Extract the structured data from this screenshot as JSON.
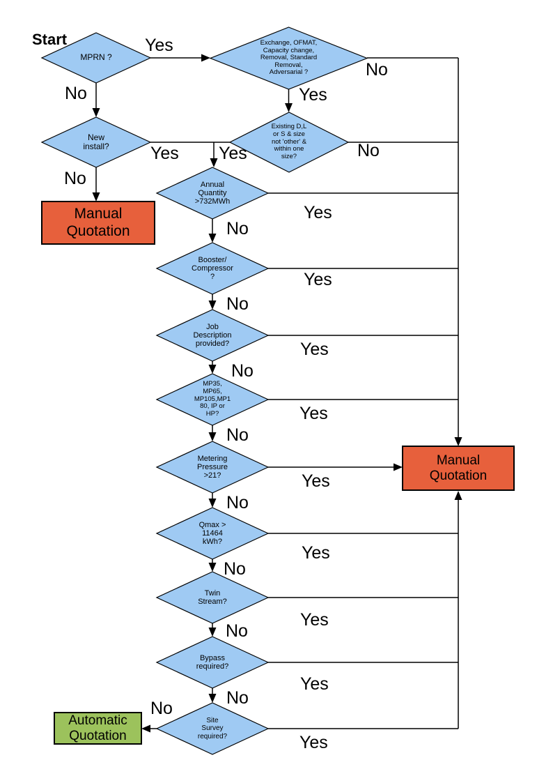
{
  "colors": {
    "decision_fill": "#9FCAF3",
    "manual_fill": "#E7603C",
    "automatic_fill": "#9CC25C",
    "line": "#000000",
    "text": "#000000"
  },
  "start_label": "Start",
  "decisions": {
    "mprn": {
      "label": "MPRN ?"
    },
    "exchange": {
      "label": "Exchange, OFMAT,\nCapacity change,\nRemoval, Standard\nRemoval,\nAdversarial ?"
    },
    "new_install": {
      "label": "New\ninstall?"
    },
    "existing": {
      "label": "Existing D,L\nor S & size\nnot 'other' &\nwithin one\nsize?"
    },
    "annual": {
      "label": "Annual\nQuantity\n>732MWh"
    },
    "booster": {
      "label": "Booster/\nCompressor\n?"
    },
    "job": {
      "label": "Job\nDescription\nprovided?"
    },
    "mp": {
      "label": "MP35,\nMP65,\nMP105,MP1\n80, IP or\nHP?"
    },
    "metering": {
      "label": "Metering\nPressure\n>21?"
    },
    "qmax": {
      "label": "Qmax >\n11464\nkWh?"
    },
    "twin": {
      "label": "Twin\nStream?"
    },
    "bypass": {
      "label": "Bypass\nrequired?"
    },
    "site": {
      "label": "Site\nSurvey\nrequired?"
    }
  },
  "terminals": {
    "manual_left": {
      "label": "Manual\nQuotation"
    },
    "manual_right": {
      "label": "Manual\nQuotation"
    },
    "automatic": {
      "label": "Automatic\nQuotation"
    }
  },
  "edge_labels": {
    "mprn_yes": "Yes",
    "mprn_no": "No",
    "exchange_no": "No",
    "exchange_yes": "Yes",
    "new_install_yes": "Yes",
    "existing_branch_yes": "Yes",
    "existing_no": "No",
    "new_install_no": "No",
    "annual_yes": "Yes",
    "annual_no": "No",
    "booster_yes": "Yes",
    "booster_no": "No",
    "job_yes": "Yes",
    "job_no": "No",
    "mp_yes": "Yes",
    "mp_no": "No",
    "metering_yes": "Yes",
    "metering_no": "No",
    "qmax_yes": "Yes",
    "qmax_no": "No",
    "twin_yes": "Yes",
    "twin_no": "No",
    "bypass_yes": "Yes",
    "bypass_no": "No",
    "site_no": "No",
    "site_yes": "Yes"
  }
}
